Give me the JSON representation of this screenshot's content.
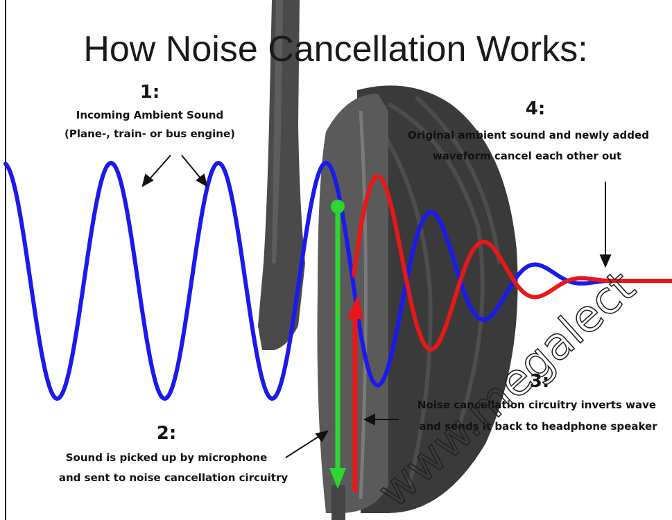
{
  "title": "How Noise Cancellation Works:",
  "colors": {
    "ambient_wave": "#1a1aee",
    "inverted_wave": "#e81818",
    "signal_arrow": "#2fd62f",
    "headphone": "#3b3b3b",
    "text": "#111111"
  },
  "steps": {
    "s1": {
      "number": "1:",
      "line1": "Incoming Ambient Sound",
      "line2": "(Plane-, train- or bus engine)"
    },
    "s2": {
      "number": "2:",
      "line1": "Sound is picked up by microphone",
      "line2": "and sent to noise cancellation circuitry"
    },
    "s3": {
      "number": "3:",
      "line1": "Noise cancellation circuitry inverts wave",
      "line2": "and sends it back to headphone speaker"
    },
    "s4": {
      "number": "4:",
      "line1": "Original ambient sound and newly added",
      "line2": "waveform cancel each other out"
    }
  },
  "watermark": "www.megalect"
}
